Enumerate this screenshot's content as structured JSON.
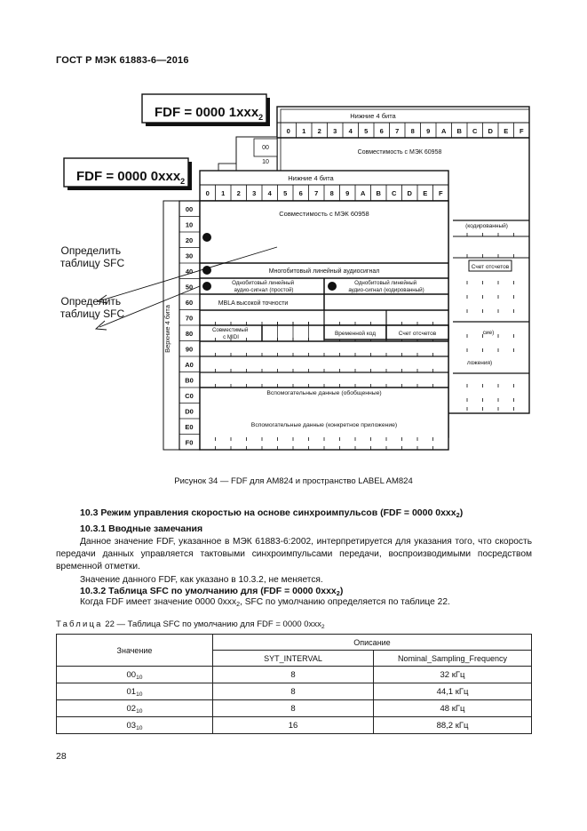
{
  "header": {
    "standard": "ГОСТ Р МЭК 61883-6—2016"
  },
  "figure": {
    "box_back_label": "FDF = 0000 1xxx",
    "box_back_sub": "2",
    "box_front_label": "FDF = 0000 0xxx",
    "box_front_sub": "2",
    "lower4_label": "Нижние 4 бита",
    "upper4_label": "Верхние 4 бита",
    "hex_cols": [
      "0",
      "1",
      "2",
      "3",
      "4",
      "5",
      "6",
      "7",
      "8",
      "9",
      "A",
      "B",
      "C",
      "D",
      "E",
      "F"
    ],
    "back_rows": [
      "00",
      "10"
    ],
    "front_rows": [
      "00",
      "10",
      "20",
      "30",
      "40",
      "50",
      "60",
      "70",
      "80",
      "90",
      "A0",
      "B0",
      "C0",
      "D0",
      "E0",
      "F0"
    ],
    "back_compat": "Совместимость с МЭК 60958",
    "front_compat": "Совместимость с МЭК 60958",
    "multibit_linear": "Многобитовый линейный аудиосигнал",
    "onebit_plain": "Однобитовый линейный аудио-сигнал (простой)",
    "onebit_encoded": "Однобитовый линейный аудио-сигнал (кодированный)",
    "mbla_hp": "MBLA высокой точности",
    "compat_midi": "Совместимый с MIDI",
    "time_code": "Временной код",
    "sample_count": "Счет отсчетов",
    "aux_general": "Вспомогательные данные (обобщенные)",
    "aux_specific": "Вспомогательные данные (конкретное приложение)",
    "back_partial_1": "(кодированный)",
    "back_partial_2": "Счет отсчетов",
    "back_partial_3": "сие)",
    "back_partial_4": "ложения)",
    "define_sfc_1": "Определить таблицу SFC",
    "define_sfc_2": "Определить таблицу SFC",
    "caption": "Рисунок 34 — FDF для AM824 и пространство LABEL AM824"
  },
  "section": {
    "title": "10.3 Режим управления скоростью на основе синхроимпульсов (FDF = 0000 0xxx",
    "title_sub": "2",
    "title_end": ")",
    "sub1_title": "10.3.1 Вводные замечания",
    "para1": "Данное значение FDF, указанное в МЭК 61883-6:2002, интерпретируется для указания того, что скорость передачи данных управляется тактовыми синхроимпульсами передачи, воспроизводимыми посредством временной отметки.",
    "para2": "Значение данного FDF, как указано в 10.3.2, не меняется.",
    "sub2_title": "10.3.2 Таблица SFC по умолчанию для (FDF = 0000 0xxx",
    "sub2_sub": "2",
    "sub2_end": ")",
    "para3_a": "Когда FDF имеет значение 0000 0xxx",
    "para3_sub": "2",
    "para3_b": ", SFC по умолчанию определяется по таблице 22."
  },
  "table": {
    "caption_prefix": "Таблица",
    "caption_rest": " 22 — Таблица SFC по умолчанию для FDF = 0000 0xxx",
    "caption_sub": "2",
    "col_value": "Значение",
    "col_desc": "Описание",
    "col_syt": "SYT_INTERVAL",
    "col_nsf": "Nominal_Sampling_Frequency",
    "rows": [
      {
        "value": "00",
        "base": "10",
        "syt": "8",
        "freq": "32 кГц"
      },
      {
        "value": "01",
        "base": "10",
        "syt": "8",
        "freq": "44,1 кГц"
      },
      {
        "value": "02",
        "base": "10",
        "syt": "8",
        "freq": "48 кГц"
      },
      {
        "value": "03",
        "base": "10",
        "syt": "16",
        "freq": "88,2 кГц"
      }
    ]
  },
  "page_number": "28"
}
